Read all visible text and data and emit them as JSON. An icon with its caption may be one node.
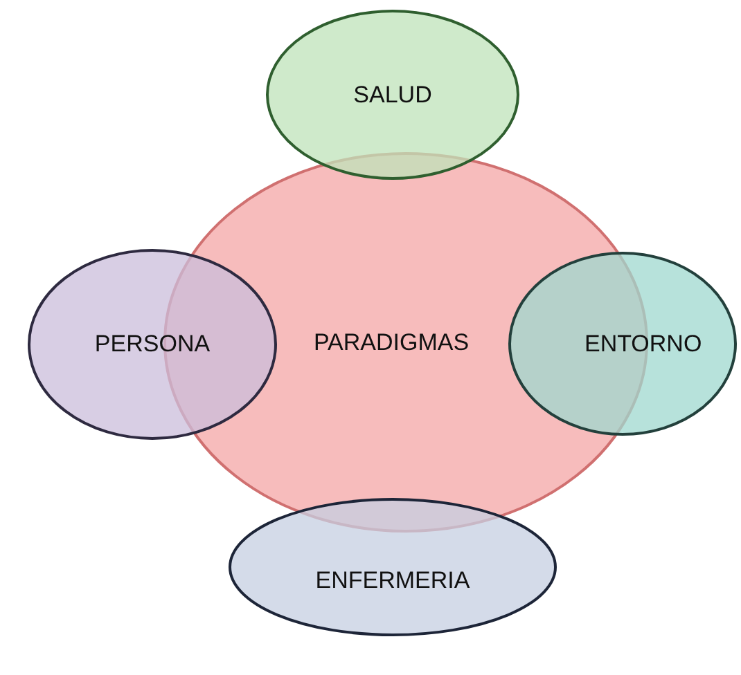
{
  "diagram": {
    "nodes": [
      {
        "text": [
          "SALUD"
        ]
      },
      {
        "text": [
          "PERSONA"
        ]
      },
      {
        "text": [
          "PARADIGMAS"
        ]
      },
      {
        "text": [
          "ENTORNO"
        ]
      },
      {
        "text": [
          "ENFERMERIA"
        ]
      }
    ]
  }
}
